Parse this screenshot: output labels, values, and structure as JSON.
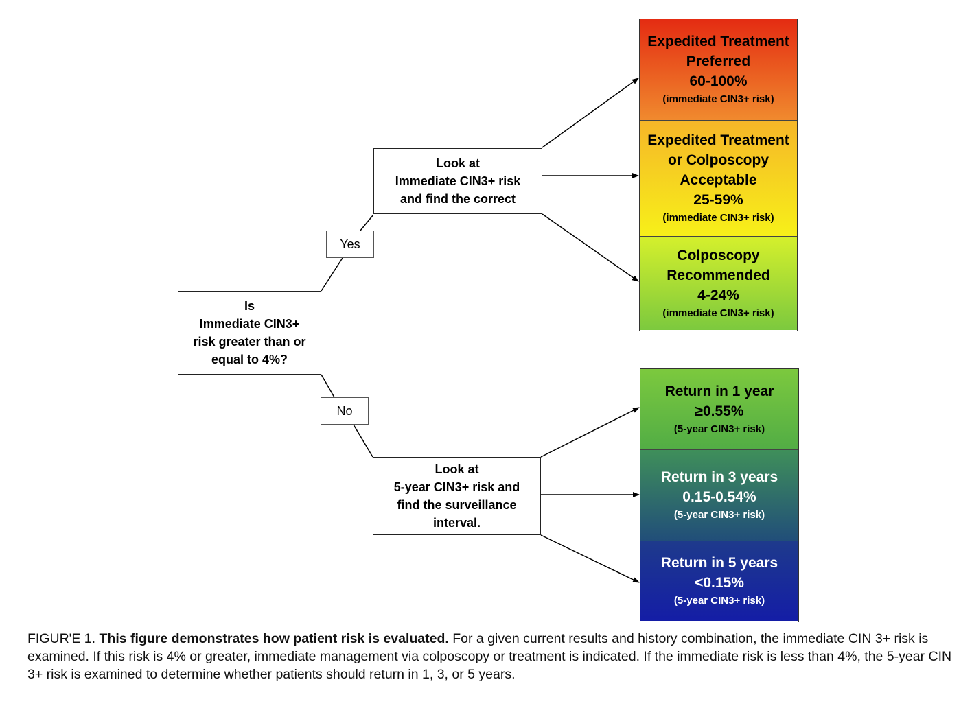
{
  "question": {
    "lines": [
      "Is",
      "Immediate CIN3+",
      "risk greater than or",
      "equal to 4%?"
    ]
  },
  "branches": {
    "yes_label": "Yes",
    "no_label": "No"
  },
  "immediate_step": {
    "lines": [
      "Look at",
      "Immediate CIN3+ risk",
      "and find the correct"
    ]
  },
  "five_year_step": {
    "lines": [
      "Look at",
      "5-year CIN3+ risk and",
      "find the surveillance",
      "interval."
    ]
  },
  "immediate_outcomes": [
    {
      "title_lines": [
        "Expedited Treatment",
        "Preferred"
      ],
      "range": "60-100%",
      "note": "(immediate CIN3+ risk)",
      "gradient": [
        "#e42c12",
        "#f08a2e"
      ]
    },
    {
      "title_lines": [
        "Expedited Treatment",
        "or Colposcopy",
        "Acceptable"
      ],
      "range": "25-59%",
      "note": "(immediate CIN3+ risk)",
      "gradient": [
        "#f6b628",
        "#f7f019"
      ]
    },
    {
      "title_lines": [
        "Colposcopy",
        "Recommended"
      ],
      "range": "4-24%",
      "note": "(immediate CIN3+ risk)",
      "gradient": [
        "#d5f02c",
        "#7cc93e"
      ]
    }
  ],
  "five_year_outcomes": [
    {
      "title_lines": [
        "Return in 1 year"
      ],
      "range": "≥0.55%",
      "note": "(5-year CIN3+ risk)",
      "gradient": [
        "#7cc93e",
        "#52ad45"
      ]
    },
    {
      "title_lines": [
        "Return in 3 years"
      ],
      "range": "0.15-0.54%",
      "note": "(5-year CIN3+ risk)",
      "gradient": [
        "#3f8f5a",
        "#214e79"
      ]
    },
    {
      "title_lines": [
        "Return in 5 years"
      ],
      "range": "<0.15%",
      "note": "(5-year CIN3+ risk)",
      "gradient": [
        "#1e3a8c",
        "#141da6"
      ]
    }
  ],
  "caption": {
    "label": "FIGUR'E 1.",
    "title": "This figure demonstrates how patient risk is evaluated.",
    "body": "For a given current results and history combination, the immediate CIN 3+ risk is examined. If this risk is 4% or greater, immediate management via colposcopy or treatment is indicated. If the immediate risk is less than 4%, the 5-year CIN 3+ risk is examined to determine whether patients should return in 1, 3, or 5 years."
  }
}
